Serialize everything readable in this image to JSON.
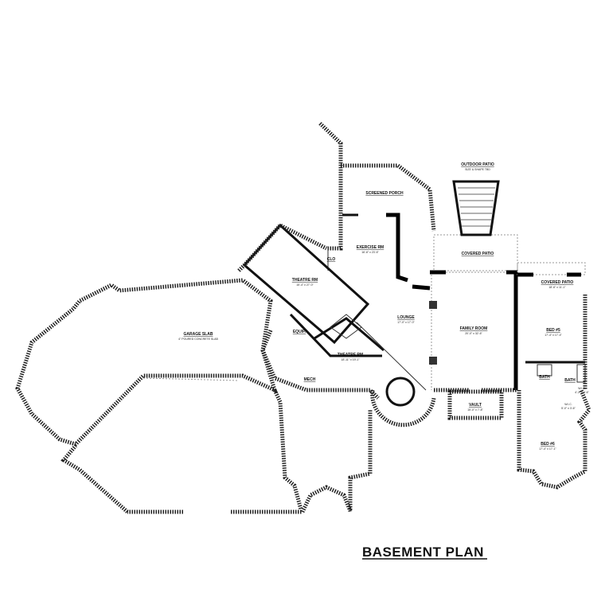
{
  "title": "BASEMENT PLAN",
  "rooms": {
    "screened_porch": {
      "name": "SCREENED PORCH"
    },
    "exercise": {
      "name": "EXERCISE RM",
      "size": "16'-6\" x 23'-6\""
    },
    "clo": {
      "name": "CLO"
    },
    "theatre_upper": {
      "name": "THEATRE RM",
      "size": "15'-4\" x 27'-0\""
    },
    "theatre_lower": {
      "name": "THEATRE RM",
      "size": "18'-11\" x 19'-1\""
    },
    "equip": {
      "name": "EQUIP."
    },
    "mech": {
      "name": "MECH"
    },
    "lounge": {
      "name": "LOUNGE",
      "size": "17'-0\" x 17'-0\""
    },
    "family": {
      "name": "FAMILY ROOM",
      "size": "20'-0\" x 32'-6\""
    },
    "vault": {
      "name": "VAULT",
      "size": "15'-0\" x 7'-8\""
    },
    "outdoor_patio": {
      "name": "OUTDOOR PATIO",
      "size": "SIZE & SHAPE TBD"
    },
    "covered_patio": {
      "name": "COVERED PATIO"
    },
    "covered_patio_2": {
      "name": "COVERED PATIO",
      "size": "18'-6\" x 11'-1\""
    },
    "bed5": {
      "name": "BED #5",
      "size": "17'-4\" x 17'-4\""
    },
    "bed6": {
      "name": "BED #6",
      "size": "17'-4\" x 17'-1\""
    },
    "bath_a": {
      "name": "BATH"
    },
    "bath_b": {
      "name": "BATH"
    },
    "wic_a": {
      "name": "W.I.C.",
      "size": "4'-3\" x 4'-6\""
    },
    "wic_b": {
      "name": "W.I.C.",
      "size": "5'-0\" x 3'-6\""
    },
    "garage": {
      "name": "GARAGE SLAB",
      "size": "4\" POURED CONCRETE SLAB"
    }
  }
}
